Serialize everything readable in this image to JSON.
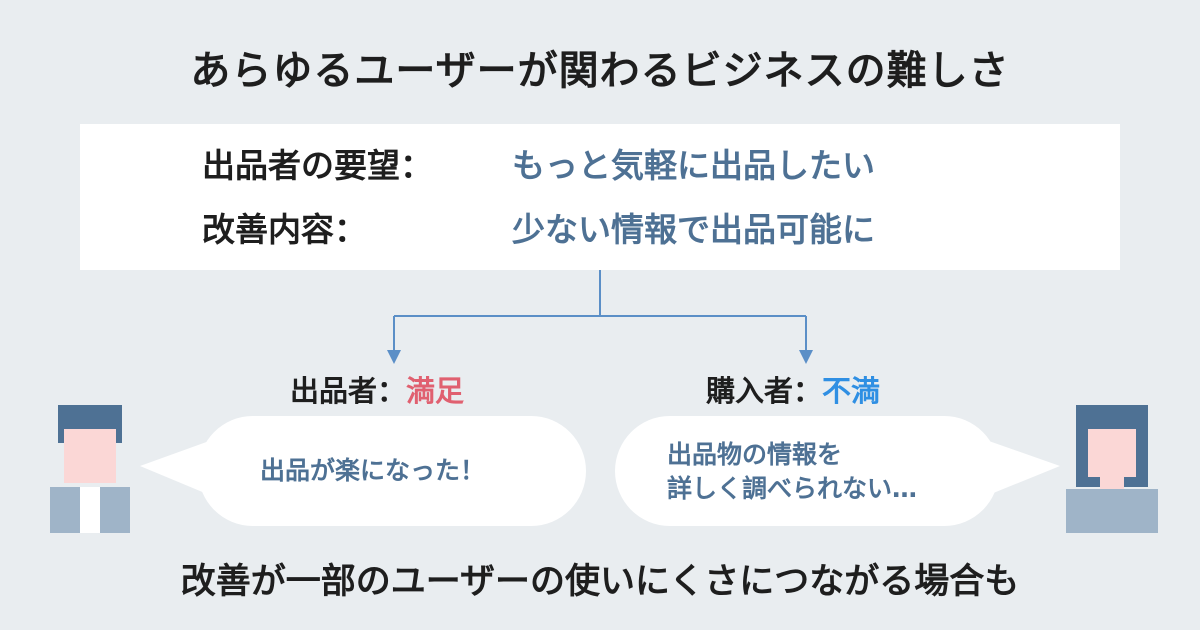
{
  "title": "あらゆるユーザーが関わるビジネスの難しさ",
  "card": {
    "request_label": "出品者の要望：",
    "request_value": "もっと気軽に出品したい",
    "improvement_label": "改善内容：",
    "improvement_value": "少ない情報で出品可能に"
  },
  "seller": {
    "label": "出品者：",
    "verdict": "満足",
    "speech": "出品が楽になった！"
  },
  "buyer": {
    "label": "購入者：",
    "verdict": "不満",
    "speech_line1": "出品物の情報を",
    "speech_line2": "詳しく調べられない…"
  },
  "footer": "改善が一部のユーザーの使いにくさにつながる場合も",
  "colors": {
    "background": "#e9edf0",
    "accent_text": "#4e7194",
    "satisfied": "#e06070",
    "dissatisfied": "#2f8fe3",
    "connector": "#5b8fc7",
    "avatar_hair": "#4e7194",
    "avatar_skin": "#fbd7d6",
    "avatar_body": "#9fb4c8"
  }
}
